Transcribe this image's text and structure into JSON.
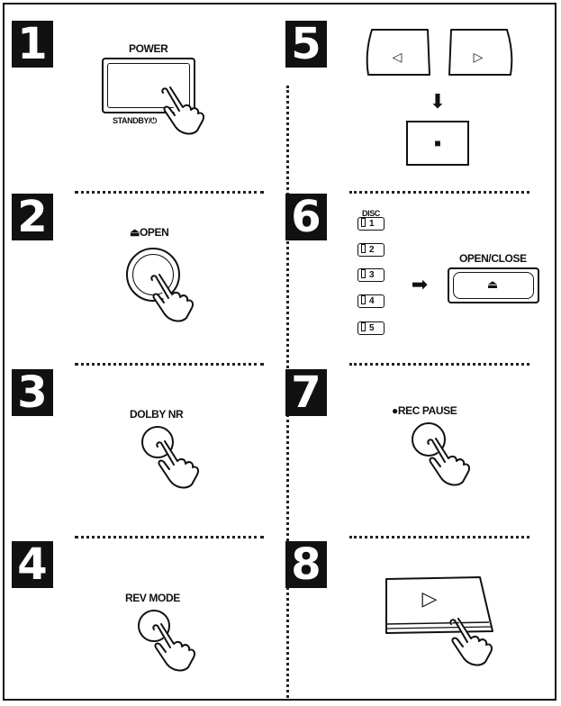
{
  "steps": [
    {
      "number": "1",
      "labels": {
        "power": "POWER",
        "standby": "STANDBY/⏻"
      }
    },
    {
      "number": "2",
      "labels": {
        "open": "⏏OPEN"
      }
    },
    {
      "number": "3",
      "labels": {
        "dolby": "DOLBY NR"
      }
    },
    {
      "number": "4",
      "labels": {
        "rev": "REV MODE"
      }
    },
    {
      "number": "5",
      "icons": {
        "left": "◁",
        "right": "▷",
        "down_arrow": "⬇",
        "stop": "■"
      }
    },
    {
      "number": "6",
      "labels": {
        "disc": "DISC",
        "open_close": "OPEN/CLOSE",
        "eject": "⏏",
        "arrow": "➡"
      },
      "disc_buttons": [
        "1",
        "2",
        "3",
        "4",
        "5"
      ]
    },
    {
      "number": "7",
      "labels": {
        "rec_pause": "●REC PAUSE"
      }
    },
    {
      "number": "8",
      "icons": {
        "play": "▷"
      }
    }
  ],
  "colors": {
    "ink": "#111111",
    "paper": "#ffffff"
  }
}
